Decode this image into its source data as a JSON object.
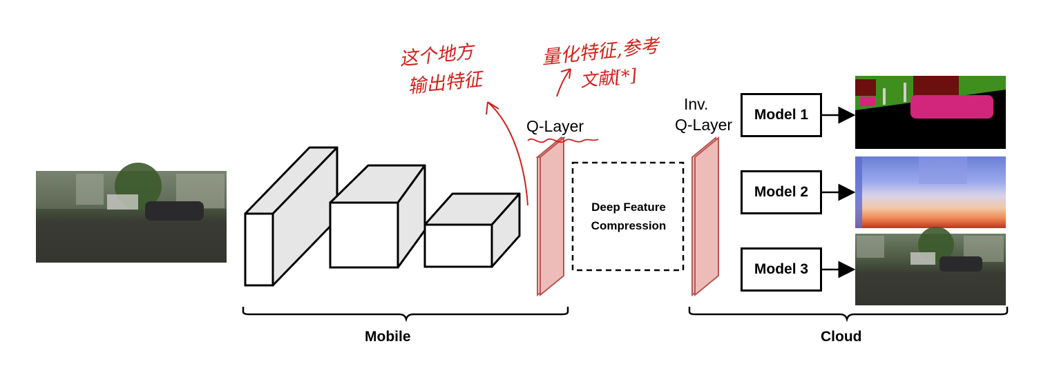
{
  "labels": {
    "q_layer": "Q-Layer",
    "inv_q_layer_line1": "Inv.",
    "inv_q_layer_line2": "Q-Layer",
    "compression_line1": "Deep Feature",
    "compression_line2": "Compression",
    "mobile": "Mobile",
    "cloud": "Cloud"
  },
  "models": [
    {
      "label": "Model 1"
    },
    {
      "label": "Model 2"
    },
    {
      "label": "Model 3"
    }
  ],
  "annotations": {
    "note_left_line1": "这个地方",
    "note_left_line2": "输出特征",
    "note_right_line1": "量化特征,参考",
    "note_right_line2": "文献[*]"
  },
  "colors": {
    "layer_fill": "#f4c7c3",
    "layer_stroke": "#b85450",
    "annotation": "#d1201a",
    "box_face": "#ffffff",
    "box_side": "#e6e6e6",
    "segmentation_green": "#3f8f1f",
    "segmentation_magenta": "#d1267c",
    "depth_blue": "#7f8fe0",
    "depth_red": "#d94a2a"
  }
}
